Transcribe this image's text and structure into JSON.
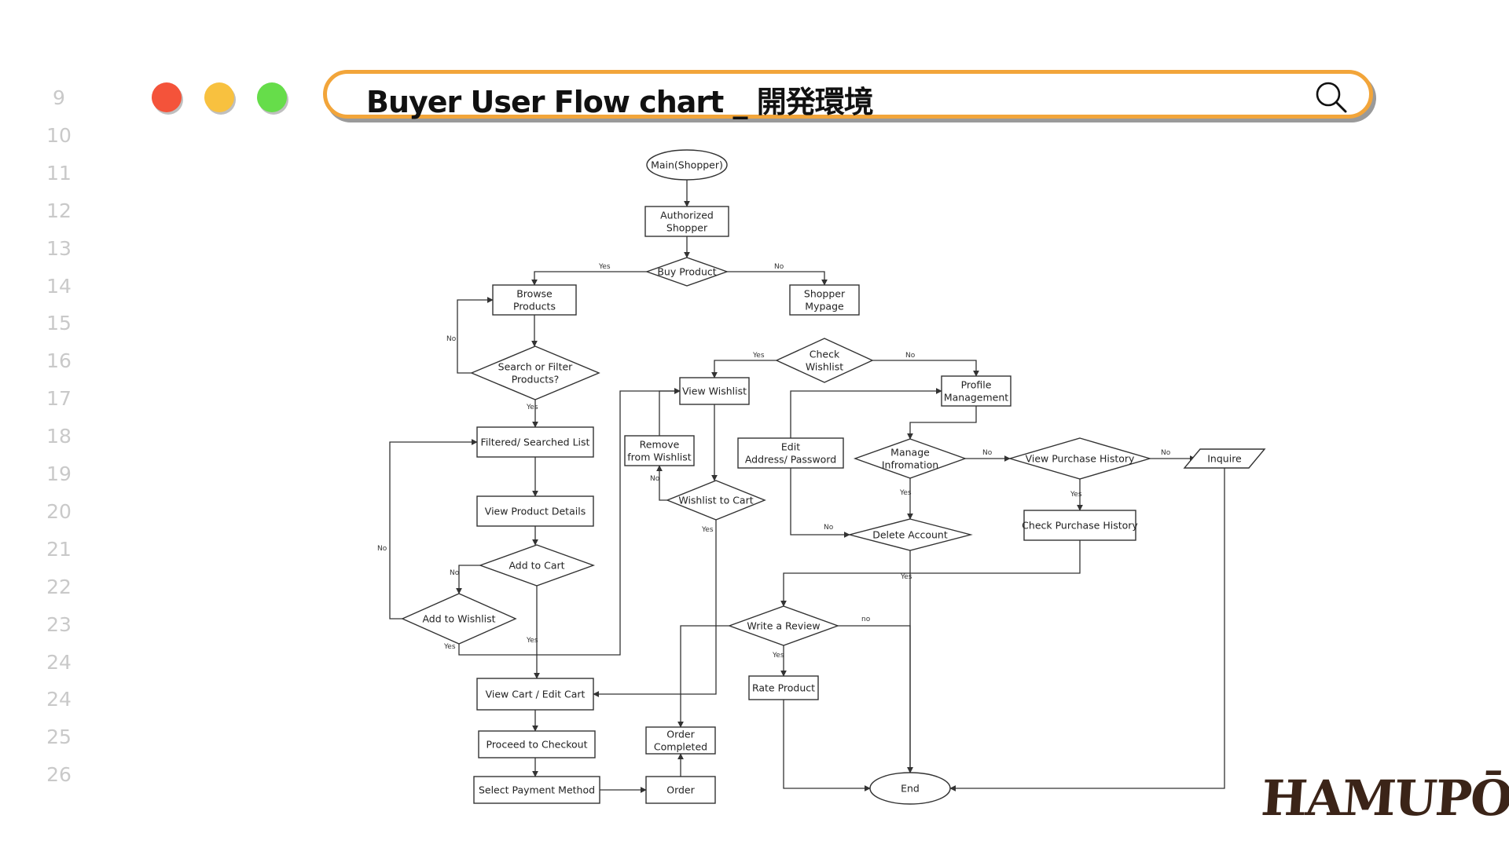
{
  "line_numbers": [
    "9",
    "10",
    "11",
    "12",
    "13",
    "14",
    "15",
    "16",
    "17",
    "18",
    "19",
    "20",
    "21",
    "22",
    "23",
    "24",
    "24",
    "25",
    "26"
  ],
  "window_dots": {
    "close_color": "#f4533a",
    "minimize_color": "#f8c13f",
    "maximize_color": "#66dd4a"
  },
  "title_bar": {
    "title": "Buyer User Flow chart _ 開発環境",
    "accent_color": "#f2a53a",
    "search_icon": "search-icon"
  },
  "flowchart": {
    "nodes": {
      "main": [
        "Main(Shopper)"
      ],
      "authorized": [
        "Authorized",
        "Shopper"
      ],
      "buy": [
        "Buy Product"
      ],
      "browse": [
        "Browse",
        "Products"
      ],
      "mypage": [
        "Shopper",
        "Mypage"
      ],
      "search": [
        "Search or Filter",
        "Products?"
      ],
      "check_wishlist": [
        "Check",
        "Wishlist"
      ],
      "view_wishlist": [
        "View Wishlist"
      ],
      "profile": [
        "Profile",
        "Management"
      ],
      "filtered": [
        "Filtered/ Searched List"
      ],
      "remove": [
        "Remove",
        "from Wishlist"
      ],
      "edit": [
        "Edit",
        "Address/ Password"
      ],
      "manage": [
        "Manage",
        "Infromation"
      ],
      "purchase_history": [
        "View Purchase History"
      ],
      "inquire": [
        "Inquire"
      ],
      "wishlist_cart": [
        "Wishlist to Cart"
      ],
      "product_details": [
        "View Product Details"
      ],
      "check_history": [
        "Check Purchase History"
      ],
      "delete": [
        "Delete Account"
      ],
      "add_cart": [
        "Add to Cart"
      ],
      "add_wishlist": [
        "Add to Wishlist"
      ],
      "review": [
        "Write a Review"
      ],
      "view_cart": [
        "View Cart / Edit Cart"
      ],
      "rate": [
        "Rate Product"
      ],
      "order_completed": [
        "Order",
        "Completed"
      ],
      "checkout": [
        "Proceed to Checkout"
      ],
      "payment": [
        "Select Payment Method"
      ],
      "order": [
        "Order"
      ],
      "end": [
        "End"
      ]
    },
    "edge_labels": {
      "buy_yes": "Yes",
      "buy_no": "No",
      "search_no": "No",
      "search_yes": "Yes",
      "check_yes": "Yes",
      "check_no": "No",
      "wc_no": "No",
      "wc_yes": "Yes",
      "manage_no": "No",
      "manage_yes": "Yes",
      "vph_no": "No",
      "vph_yes": "Yes",
      "delete_no": "No",
      "delete_yes": "Yes",
      "cart_no": "No",
      "cart_yes": "Yes",
      "wish_no": "No",
      "wish_yes": "Yes",
      "review_no": "no",
      "review_yes": "Yes"
    }
  },
  "logo": {
    "text": "HAMUPOCHI",
    "color": "#3b2418"
  }
}
